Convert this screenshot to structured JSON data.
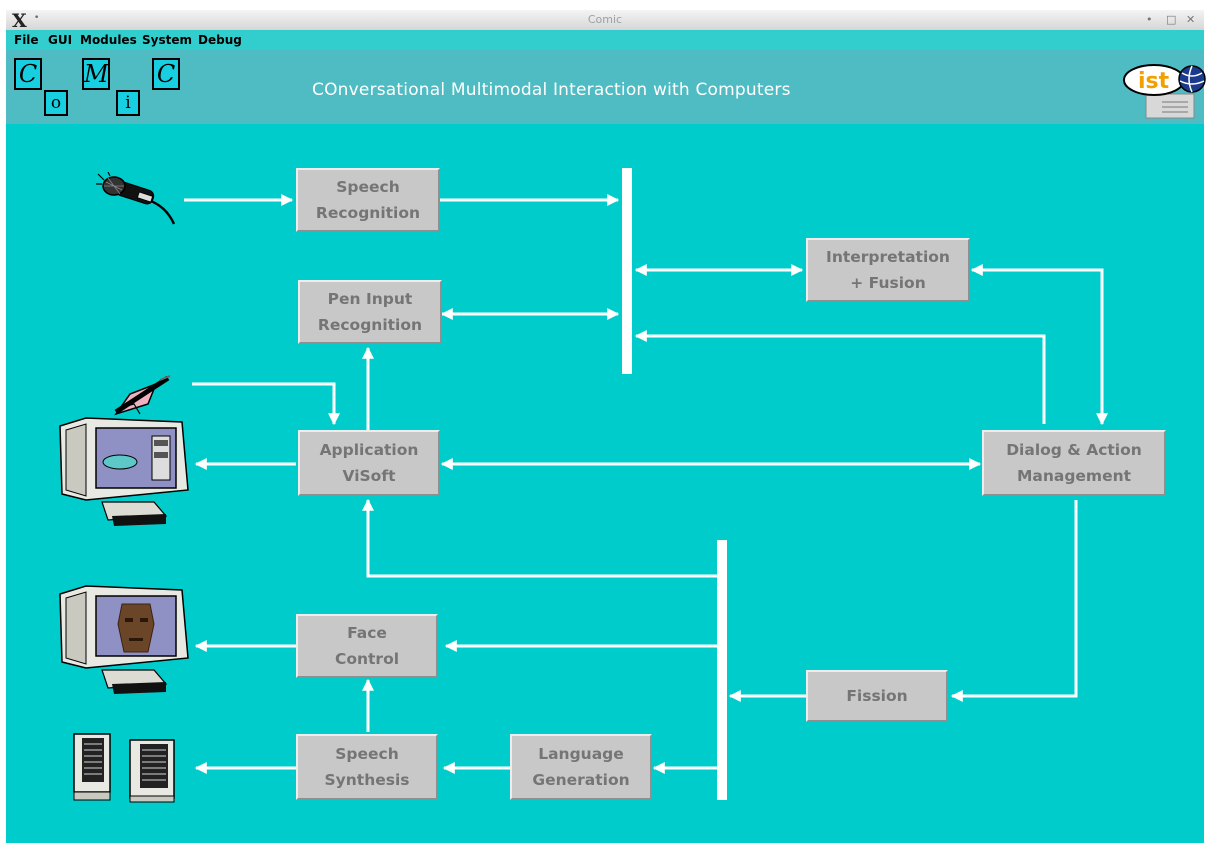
{
  "window": {
    "title": "Comic"
  },
  "menu": [
    "File",
    "GUI",
    "Modules",
    "System",
    "Debug"
  ],
  "header": {
    "logo_letters": [
      "C",
      "o",
      "M",
      "i",
      "C"
    ],
    "tagline": "COnversational Multimodal Interaction with Computers",
    "partner_logo": "ist"
  },
  "modules": {
    "speech_recognition": "Speech\nRecognition",
    "pen_input_recognition": "Pen Input\nRecognition",
    "interpretation_fusion": "Interpretation\n+ Fusion",
    "application_visoft": "Application\nViSoft",
    "dialog_action_management": "Dialog & Action\nManagement",
    "face_control": "Face\nControl",
    "fission": "Fission",
    "speech_synthesis": "Speech\nSynthesis",
    "language_generation": "Language\nGeneration"
  },
  "icons": {
    "microphone": "microphone-icon",
    "pen": "pen-icon",
    "monitor_application": "monitor-icon",
    "monitor_face": "monitor-face-icon",
    "speakers": "speakers-icon"
  },
  "colors": {
    "background": "#00cccc",
    "header": "#4fbcc3",
    "module_fill": "#c8c8c8",
    "module_text": "#757575",
    "arrows": "#ffffff"
  }
}
